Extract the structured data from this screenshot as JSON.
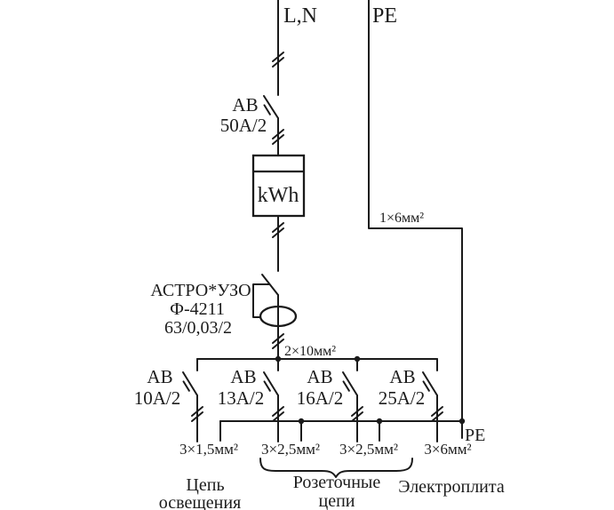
{
  "diagram": {
    "feed": {
      "ln_label": "L,N",
      "pe_label": "PE"
    },
    "main_breaker": {
      "type": "АВ",
      "rating": "50А/2"
    },
    "meter": {
      "label": "kWh"
    },
    "rcd": {
      "brand": "АСТРО*УЗО",
      "model": "Ф-4211",
      "rating": "63/0,03/2"
    },
    "bus_cable_label": "2×10мм²",
    "pe_cable_label": "1×6мм²",
    "pe_bottom_label": "PE",
    "branches": [
      {
        "type": "АВ",
        "rating": "10А/2",
        "cable": "3×1,5мм²"
      },
      {
        "type": "АВ",
        "rating": "13А/2",
        "cable": "3×2,5мм²"
      },
      {
        "type": "АВ",
        "rating": "16А/2",
        "cable": "3×2,5мм²"
      },
      {
        "type": "АВ",
        "rating": "25А/2",
        "cable": "3×6мм²"
      }
    ],
    "circuit_labels": {
      "lighting_line1": "Цепь",
      "lighting_line2": "освещения",
      "sockets_line1": "Розеточные",
      "sockets_line2": "цепи",
      "stove": "Электроплита"
    }
  }
}
